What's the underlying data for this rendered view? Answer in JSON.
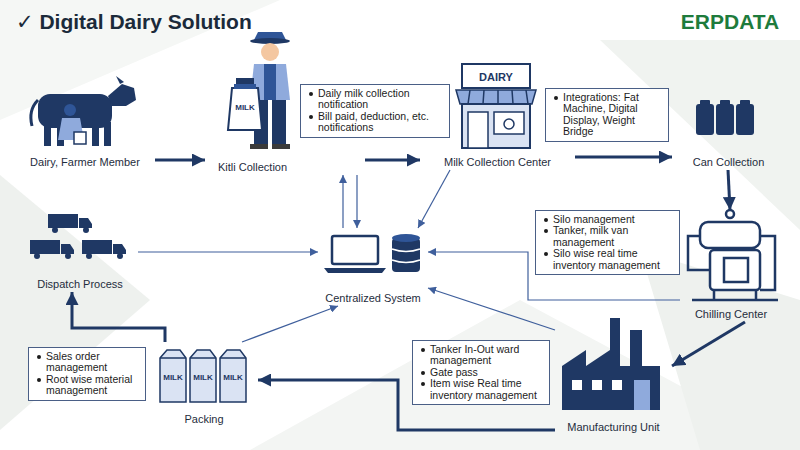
{
  "diagram": {
    "title": "✓ Digital Dairy Solution",
    "nodes": [
      {
        "text": [
          "Dairy, Farmer Member"
        ]
      },
      {
        "text": [
          "Kitli Collection"
        ]
      },
      {
        "text": [
          "Daily milk collection notification",
          "Bill paid, deduction, etc. notifications"
        ]
      },
      {
        "text": [
          "Milk Collection Center"
        ]
      },
      {
        "text": [
          "Integrations: Fat Machine, Digital Display, Weight Bridge"
        ]
      },
      {
        "text": [
          "Can Collection"
        ]
      },
      {
        "text": [
          "Dispatch Process"
        ]
      },
      {
        "text": [
          "Centralized System"
        ]
      },
      {
        "text": [
          "Silo management",
          "Tanker, milk van management",
          "Silo wise real time inventory management"
        ]
      },
      {
        "text": [
          "Chilling Center"
        ]
      },
      {
        "text": [
          "Sales order management",
          "Root wise material management"
        ]
      },
      {
        "text": [
          "Packing"
        ]
      },
      {
        "text": [
          "Tanker In-Out ward management",
          "Gate pass",
          "Item wise Real time inventory management"
        ]
      },
      {
        "text": [
          "Manufacturing Unit"
        ]
      }
    ],
    "edges": [
      {
        "from": 0,
        "to": 1,
        "arrow": "to"
      },
      {
        "from": 1,
        "to": 3,
        "arrow": "to"
      },
      {
        "from": 3,
        "to": 5,
        "arrow": "to"
      },
      {
        "from": 5,
        "to": 9,
        "arrow": "to"
      },
      {
        "from": 9,
        "to": 13,
        "arrow": "to"
      },
      {
        "from": 13,
        "to": 11,
        "arrow": "to"
      },
      {
        "from": 11,
        "to": 6,
        "arrow": "to"
      },
      {
        "from": 1,
        "to": 7,
        "arrow": "to"
      },
      {
        "from": 7,
        "to": 1,
        "arrow": "to"
      },
      {
        "from": 3,
        "to": 7,
        "arrow": "to"
      },
      {
        "from": 9,
        "to": 7,
        "arrow": "to"
      },
      {
        "from": 13,
        "to": 7,
        "arrow": "to"
      },
      {
        "from": 11,
        "to": 7,
        "arrow": "to"
      },
      {
        "from": 6,
        "to": 7,
        "arrow": "to"
      }
    ],
    "labels": [
      "ERPDATA",
      "DAIRY",
      "MILK",
      "MILK",
      "MILK",
      "MILK"
    ]
  }
}
